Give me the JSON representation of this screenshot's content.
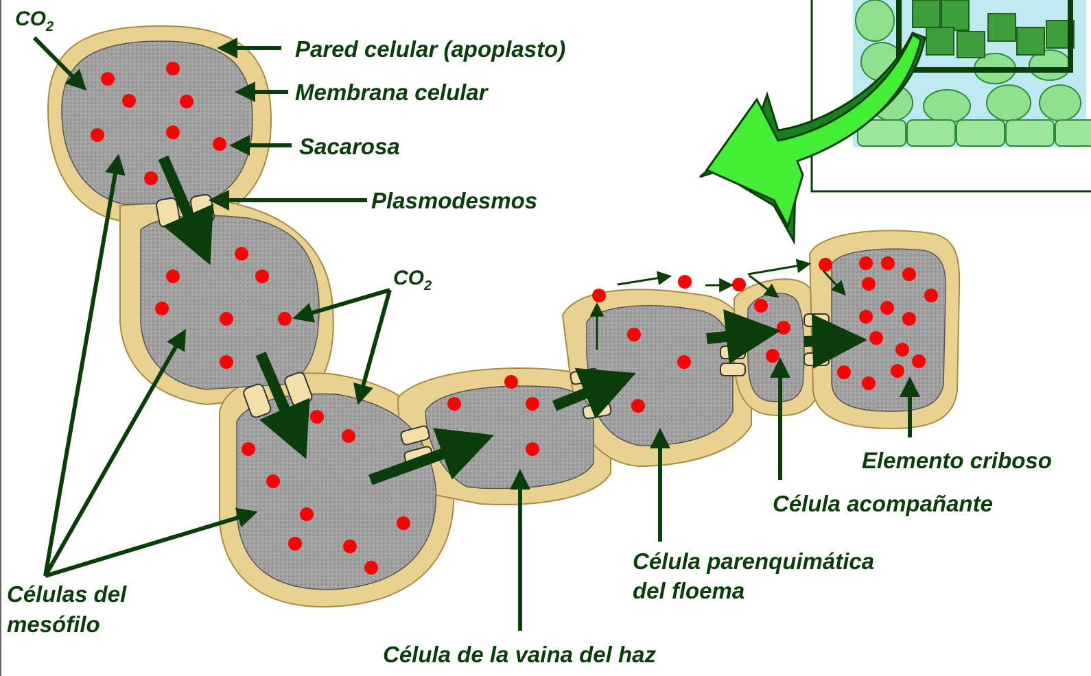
{
  "labels": {
    "co2_top": "CO",
    "co2_top_sub": "2",
    "co2_middle": "CO",
    "co2_middle_sub": "2",
    "pared": "Pared celular (apoplasto)",
    "membrana": "Membrana celular",
    "sacarosa": "Sacarosa",
    "plasmodesmos": "Plasmodesmos",
    "mesofilo_line1": "Células del",
    "mesofilo_line2": "mesófilo",
    "vaina": "Célula de la vaina del haz",
    "parenquima_line1": "Célula parenquimática",
    "parenquima_line2": "del floema",
    "acompanante": "Célula acompañante",
    "criboso": "Elemento criboso"
  },
  "colors": {
    "label_text": "#0a3d0a",
    "arrow": "#0b3d0b",
    "cell_wall": "#e9d190",
    "cell_interior": "#9c9c9c",
    "sucrose": "#ff0000",
    "inset_arrow": "#33dd22"
  },
  "icons": {
    "inset": "leaf-cross-section-inset",
    "big_arrow": "green-curved-arrow"
  }
}
